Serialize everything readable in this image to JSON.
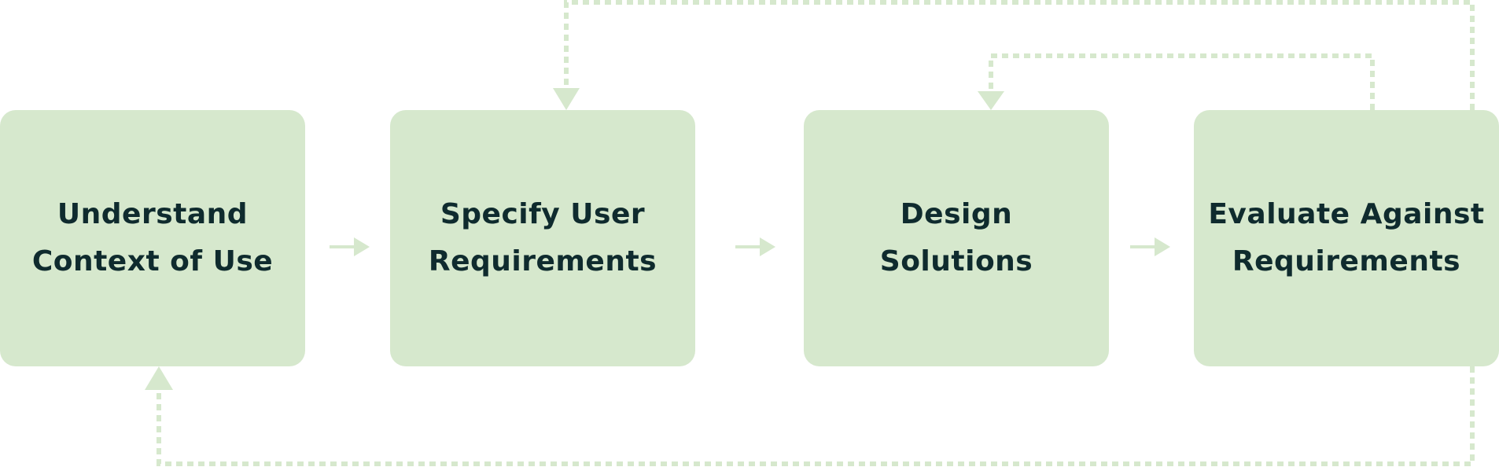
{
  "diagram": {
    "colors": {
      "box_fill": "#d6e8cd",
      "text": "#0f2b2e",
      "arrow": "#d6e8cd"
    },
    "steps": [
      {
        "line1": "Understand",
        "line2": "Context of Use"
      },
      {
        "line1": "Specify User",
        "line2": "Requirements"
      },
      {
        "line1": "Design",
        "line2": "Solutions"
      },
      {
        "line1": "Evaluate Against",
        "line2": "Requirements"
      }
    ],
    "flow": [
      {
        "from": 1,
        "to": 2,
        "style": "solid"
      },
      {
        "from": 2,
        "to": 3,
        "style": "solid"
      },
      {
        "from": 3,
        "to": 4,
        "style": "solid"
      },
      {
        "from": 4,
        "to": 3,
        "style": "dashed"
      },
      {
        "from": 4,
        "to": 2,
        "style": "dashed"
      },
      {
        "from": 4,
        "to": 1,
        "style": "dashed"
      }
    ]
  }
}
